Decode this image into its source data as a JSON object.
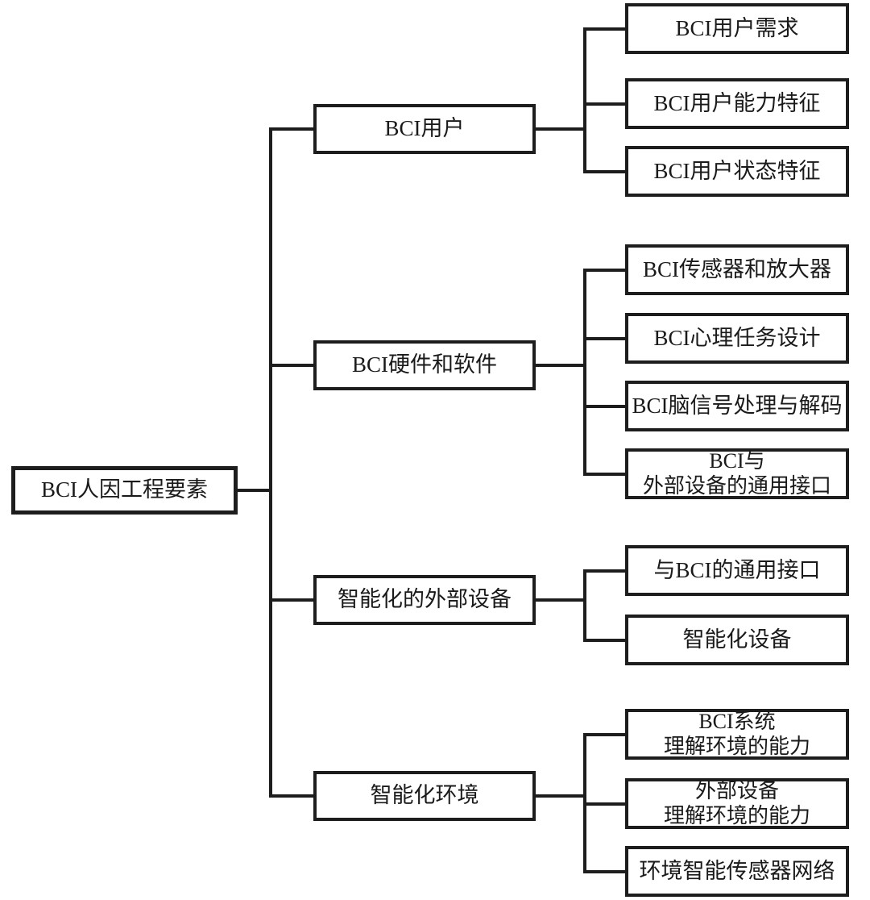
{
  "diagram": {
    "title": "BCI human factors engineering elements tree",
    "root": {
      "label": "BCI人因工程要素"
    },
    "groups": [
      {
        "parent": {
          "label": "BCI用户"
        },
        "children": [
          {
            "label": "BCI用户需求"
          },
          {
            "label": "BCI用户能力特征"
          },
          {
            "label": "BCI用户状态特征"
          }
        ]
      },
      {
        "parent": {
          "label": "BCI硬件和软件"
        },
        "children": [
          {
            "label": "BCI传感器和放大器"
          },
          {
            "label": "BCI心理任务设计"
          },
          {
            "label": "BCI脑信号处理与解码"
          },
          {
            "label": "BCI与\n外部设备的通用接口"
          }
        ]
      },
      {
        "parent": {
          "label": "智能化的外部设备"
        },
        "children": [
          {
            "label": "与BCI的通用接口"
          },
          {
            "label": "智能化设备"
          }
        ]
      },
      {
        "parent": {
          "label": "智能化环境"
        },
        "children": [
          {
            "label": "BCI系统\n理解环境的能力"
          },
          {
            "label": "外部设备\n理解环境的能力"
          },
          {
            "label": "环境智能传感器网络"
          }
        ]
      }
    ],
    "colors": {
      "line": "#1d1d1d",
      "text": "#1a1a1a",
      "background": "#ffffff"
    }
  }
}
